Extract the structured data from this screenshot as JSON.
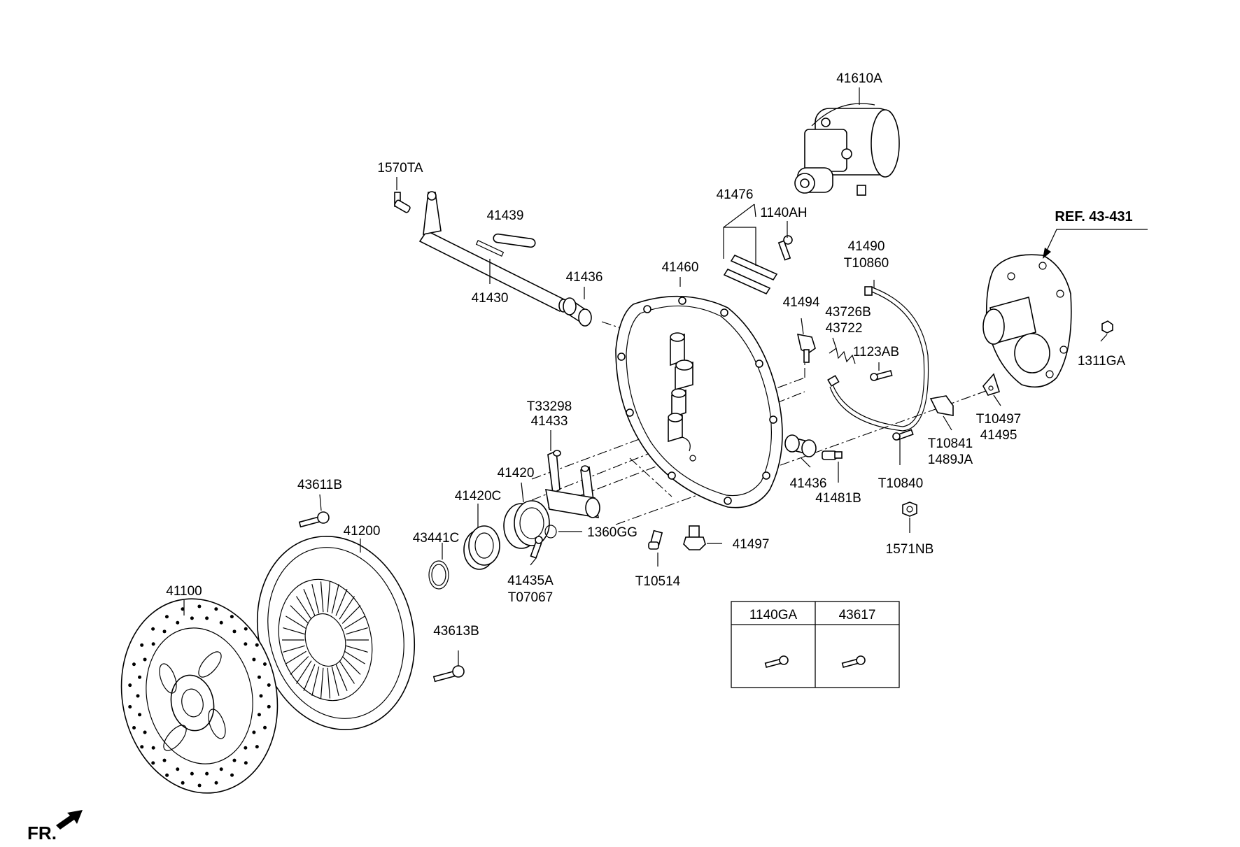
{
  "labels": {
    "p41610A": "41610A",
    "p1570TA": "1570TA",
    "p41439": "41439",
    "p41476": "41476",
    "p1140AH": "1140AH",
    "pREF": "REF. 43-431",
    "p41490": "41490",
    "pT10860": "T10860",
    "p41436a": "41436",
    "p41460": "41460",
    "p41430": "41430",
    "p41494": "41494",
    "p43726B": "43726B",
    "p43722": "43722",
    "p1123AB": "1123AB",
    "p1311GA": "1311GA",
    "pT33298": "T33298",
    "p41433": "41433",
    "pT10497": "T10497",
    "p41495": "41495",
    "pT10841": "T10841",
    "p1489JA": "1489JA",
    "p41420": "41420",
    "p41420C": "41420C",
    "p43611B": "43611B",
    "p41200": "41200",
    "p41436b": "41436",
    "pT10840": "T10840",
    "p41481B": "41481B",
    "p43441C": "43441C",
    "p1360GG": "1360GG",
    "p41497": "41497",
    "p1571NB": "1571NB",
    "p41435A": "41435A",
    "pT07067": "T07067",
    "pT10514": "T10514",
    "p41100": "41100",
    "p43613B": "43613B",
    "fr": "FR."
  },
  "table": {
    "col1": "1140GA",
    "col2": "43617"
  }
}
